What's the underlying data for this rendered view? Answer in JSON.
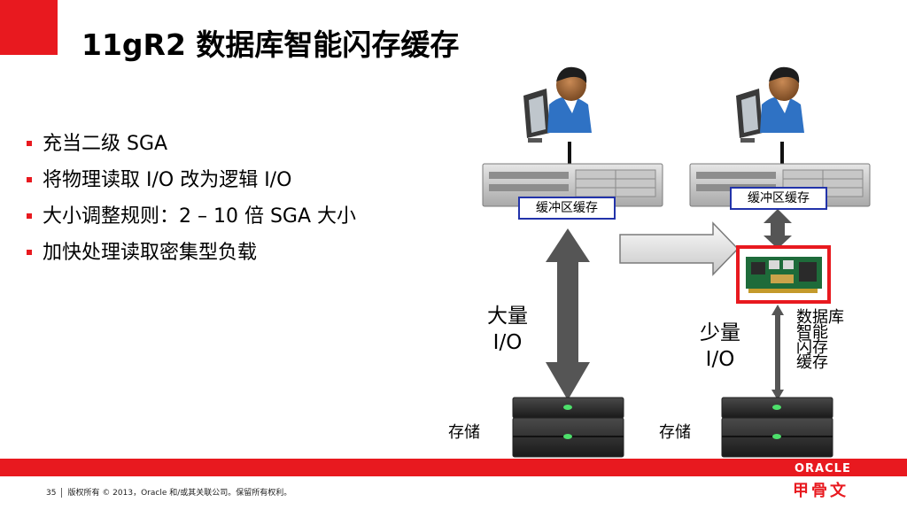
{
  "slide": {
    "title": "11gR2 数据库智能闪存缓存",
    "bullets": [
      "充当二级 SGA",
      "将物理读取 I/O 改为逻辑 I/O",
      "大小调整规则：2 – 10 倍 SGA 大小",
      "加快处理读取密集型负载"
    ]
  },
  "diagram": {
    "buffer_cache_left": "缓冲区缓存",
    "buffer_cache_right": "缓冲区缓存",
    "io_large_line1": "大量",
    "io_large_line2": "I/O",
    "io_small_line1": "少量",
    "io_small_line2": "I/O",
    "flash_cache_lines": [
      "数据库",
      "智能",
      "闪存",
      "缓存"
    ],
    "storage_left": "存储",
    "storage_right": "存储"
  },
  "footer": {
    "page_number": "35",
    "copyright": "版权所有 © 2013，Oracle 和/或其关联公司。保留所有权利。"
  },
  "logo": {
    "oracle": "ORACLE",
    "chinese": "甲骨文"
  },
  "colors": {
    "accent_red": "#e8191f",
    "label_border_blue": "#2233aa",
    "arrow_gray": "#555555"
  }
}
